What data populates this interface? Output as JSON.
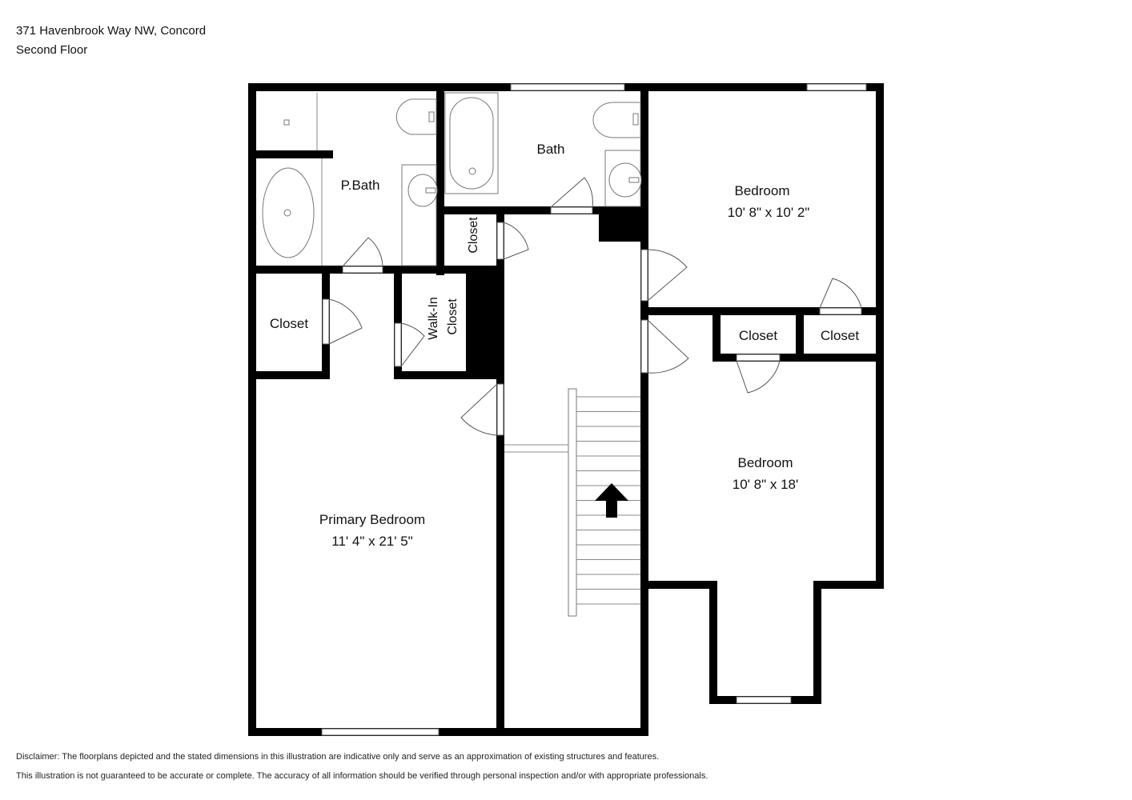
{
  "header": {
    "address": "371 Havenbrook Way NW, Concord",
    "floor": "Second Floor"
  },
  "rooms": {
    "pbath": "P.Bath",
    "bath": "Bath",
    "bedroom_top_name": "Bedroom",
    "bedroom_top_dims": "10' 8\" x 10' 2\"",
    "closet_center": "Closet",
    "closet_left": "Closet",
    "walkin_line1": "Walk-In",
    "walkin_line2": "Closet",
    "closet_right_a": "Closet",
    "closet_right_b": "Closet",
    "bedroom_right_name": "Bedroom",
    "bedroom_right_dims": "10' 8\" x 18'",
    "primary_name": "Primary Bedroom",
    "primary_dims": "11' 4\" x 21' 5\""
  },
  "disclaimer": {
    "line1": "Disclaimer: The floorplans depicted and the stated dimensions in this illustration are indicative only and serve as an approximation of existing structures and features.",
    "line2": "This illustration is not guaranteed to be accurate or complete. The accuracy of all information should be verified through personal inspection and/or with appropriate professionals."
  },
  "colors": {
    "wall": "#000000",
    "background": "#ffffff"
  }
}
